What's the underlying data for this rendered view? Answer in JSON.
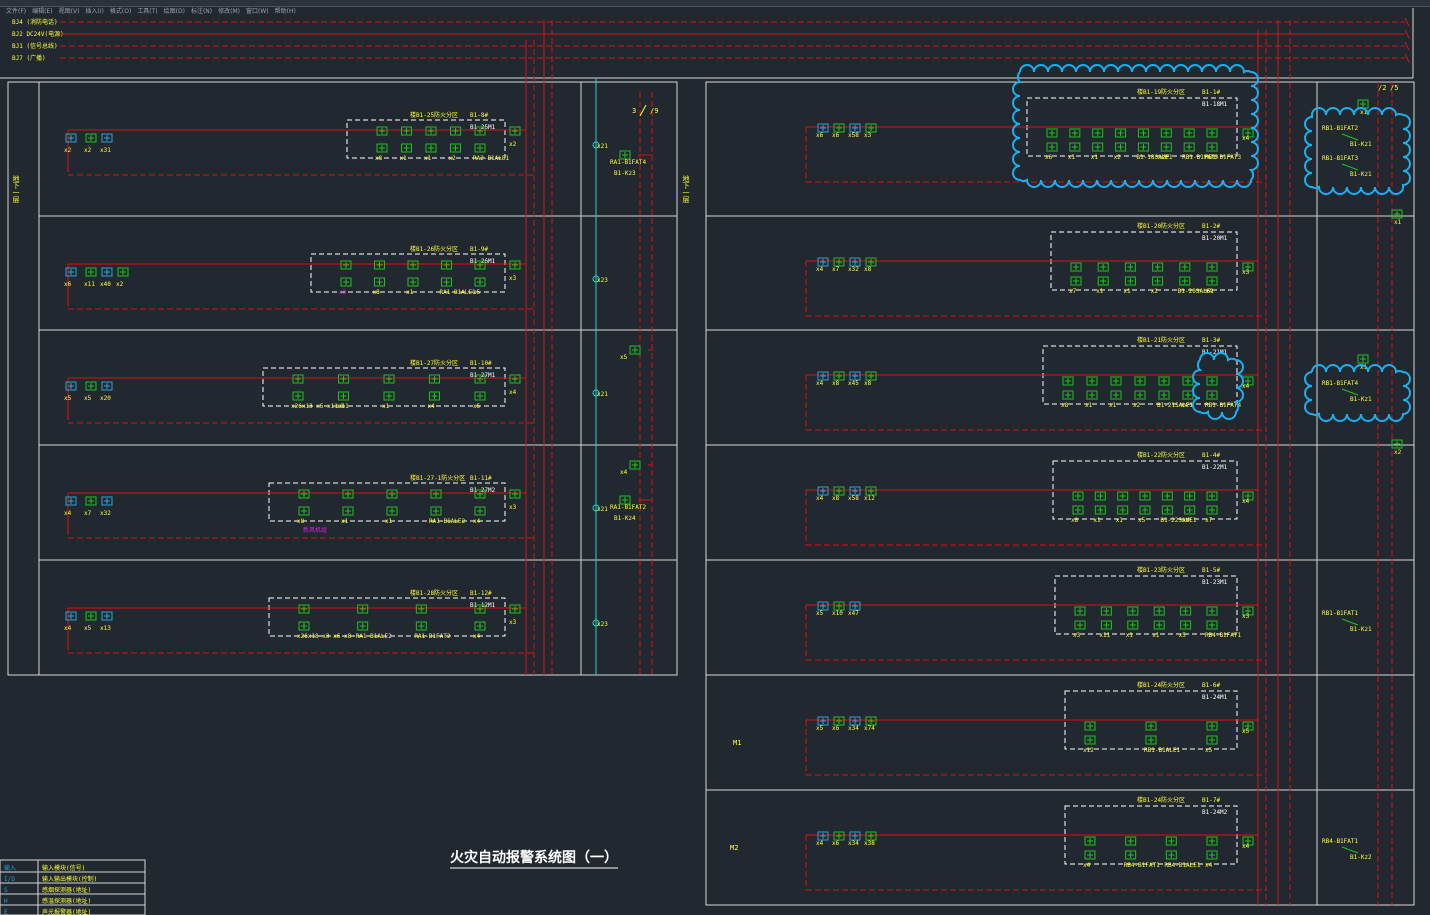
{
  "window": {
    "menu_items": [
      "文件(F)",
      "编辑(E)",
      "视图(V)",
      "插入(I)",
      "格式(O)",
      "工具(T)",
      "绘图(D)",
      "标注(N)",
      "修改(M)",
      "窗口(W)",
      "帮助(H)"
    ]
  },
  "colors": {
    "background": "#212830",
    "bus_line": "#e01010",
    "device": "#1ec21e",
    "device_alt": "#2aa4d8",
    "magenta": "#e020e0",
    "text": "#ffff33",
    "frame": "#d8d8d8",
    "cloud": "#1ab0f0",
    "trunk": "#2ad0c8"
  },
  "buses": [
    "BJ4 (消防电话)",
    "BJ2 DC24V(电源)",
    "BJ1 (信号总线)",
    "BJ7 (广播)"
  ],
  "riser": {
    "label_top_left": "3",
    "label_top_right": "/9",
    "right_top_labels": [
      "/2",
      "/5"
    ],
    "left_markers": [
      "x21",
      "x23",
      "x21",
      "x21",
      "x23"
    ]
  },
  "side_labels": {
    "left": "地下一层",
    "right": "地下一层",
    "m1": "M1",
    "m2": "M2"
  },
  "left_zones": [
    {
      "box_title": "楼B1-25防火分区",
      "room": "B1-8#",
      "module": "B1-25M1",
      "head": [
        "x2",
        "x2",
        "x31"
      ],
      "devices": [
        "x8",
        "x1",
        "x1",
        "x2",
        "RA2-B1ALE1"
      ],
      "end": "x2",
      "bottom_text": ""
    },
    {
      "box_title": "楼B1-26防火分区",
      "room": "B1-9#",
      "module": "B1-26M1",
      "head": [
        "x6",
        "x11",
        "x40",
        "x2"
      ],
      "devices": [
        "x3",
        "x8",
        "x1",
        "RA1-B1ALE1",
        "x5"
      ],
      "end": "x3",
      "bottom_text": ""
    },
    {
      "box_title": "楼B1-27防火分区",
      "room": "B1-10#",
      "module": "B1-27M1",
      "head": [
        "x5",
        "x5",
        "x20"
      ],
      "devices": [
        "x26x13 x5 x11x11",
        "x1",
        "x1",
        "x4",
        "x5"
      ],
      "end": "x4",
      "bottom_text": ""
    },
    {
      "box_title": "楼B1-27-1防火分区",
      "room": "B1-11#",
      "module": "B1-27M2",
      "head": [
        "x4",
        "x7",
        "x32"
      ],
      "devices": [
        "x8",
        "x1",
        "x1",
        "RA1-B1ALE2",
        "x4"
      ],
      "end": "x3",
      "bottom_text": "新风机组"
    },
    {
      "box_title": "楼B1-28防火分区",
      "room": "B1-12#",
      "module": "B1-12M1",
      "head": [
        "x4",
        "x5",
        "x13"
      ],
      "devices": [
        "x26x18 x3 x6 x8",
        "RA1-B1ALE2",
        "RA1-B1FAT2",
        "x4"
      ],
      "end": "x3",
      "bottom_text": ""
    }
  ],
  "right_zones": [
    {
      "box_title": "楼B1-19防火分区",
      "room": "B1-1#",
      "module": "B1-18M1",
      "head": [
        "x6",
        "x6",
        "x58",
        "x3"
      ],
      "devices": [
        "x6",
        "x1",
        "x1",
        "x2",
        "B1-18SALE1",
        "x8",
        "RB1-B1FAT2",
        "RB1-B1FAT3"
      ],
      "end": "x4"
    },
    {
      "box_title": "楼B1-20防火分区",
      "room": "B1-2#",
      "module": "B1-20M1",
      "head": [
        "x4",
        "x7",
        "x32",
        "x8"
      ],
      "devices": [
        "x7",
        "x1",
        "x1",
        "x2",
        "B1-20SALE1",
        "x4"
      ],
      "end": "x3"
    },
    {
      "box_title": "楼B1-21防火分区",
      "room": "B1-3#",
      "module": "B1-21M1",
      "head": [
        "x4",
        "x8",
        "x45",
        "x8"
      ],
      "devices": [
        "x8",
        "x1",
        "x1",
        "x2",
        "B1-21SALE1",
        "x4",
        "RB1-B1FAT4"
      ],
      "end": "x4"
    },
    {
      "box_title": "楼B1-22防火分区",
      "room": "B1-4#",
      "module": "B1-22M1",
      "head": [
        "x4",
        "x8",
        "x58",
        "x12"
      ],
      "devices": [
        "x8",
        "x1",
        "x1",
        "x5",
        "B1-22SALE1",
        "x4",
        "x7"
      ],
      "end": "x4"
    },
    {
      "box_title": "楼B1-23防火分区",
      "room": "B1-5#",
      "module": "B1-23M1",
      "head": [
        "x5",
        "x10",
        "x47"
      ],
      "devices": [
        "x3",
        "x11",
        "x1",
        "x1",
        "x5",
        "RB4-B1FAT1"
      ],
      "end": "x3"
    },
    {
      "box_title": "楼B1-24防火分区",
      "room": "B1-6#",
      "module": "B1-24M1",
      "head": [
        "x5",
        "x6",
        "x34",
        "x74"
      ],
      "devices": [
        "x12",
        "RB1-B1ALE1",
        "x5"
      ],
      "end": "x5"
    },
    {
      "box_title": "楼B1-24防火分区",
      "room": "B1-7#",
      "module": "B1-24M2",
      "head": [
        "x4",
        "x6",
        "x34",
        "x38"
      ],
      "devices": [
        "x4",
        "RB4-B1FAT1",
        "RB4-B1ALE1",
        "x4"
      ],
      "end": "x4"
    }
  ],
  "left_side_items": [
    {
      "label": "RA1-B1FAT4",
      "sub": "B1-Kz3"
    },
    {
      "label": "x5",
      "sub": ""
    },
    {
      "label": "x4",
      "sub": ""
    },
    {
      "label": "RA1-B1FAT2",
      "sub": "B1-Kz4"
    }
  ],
  "right_side_items": [
    {
      "top": "x1",
      "label": "RB1-B1FAT2",
      "sub": "B1-Kz1"
    },
    {
      "top": "",
      "label": "RB1-B1FAT3",
      "sub": "B1-Kz1"
    },
    {
      "top": "x1",
      "label": "",
      "sub": ""
    },
    {
      "top": "x1",
      "label": "RB1-B1FAT4",
      "sub": "B1-Kz1"
    },
    {
      "top": "x2",
      "label": "",
      "sub": ""
    },
    {
      "top": "",
      "label": "RB1-B1FAT1",
      "sub": "B1-Kz1"
    },
    {
      "top": "",
      "label": "RB4-B1FAT1",
      "sub": "B1-Kz2"
    }
  ],
  "drawing_title": "火灾自动报警系统图（一）",
  "legend": [
    {
      "symbol": "输入",
      "text": "输入模块(信号)"
    },
    {
      "symbol": "I/O",
      "text": "输入输出模块(控制)"
    },
    {
      "symbol": "S",
      "text": "感烟探测器(地址)"
    },
    {
      "symbol": "H",
      "text": "感温探测器(地址)"
    },
    {
      "symbol": "E",
      "text": "声光报警器(地址)"
    }
  ]
}
